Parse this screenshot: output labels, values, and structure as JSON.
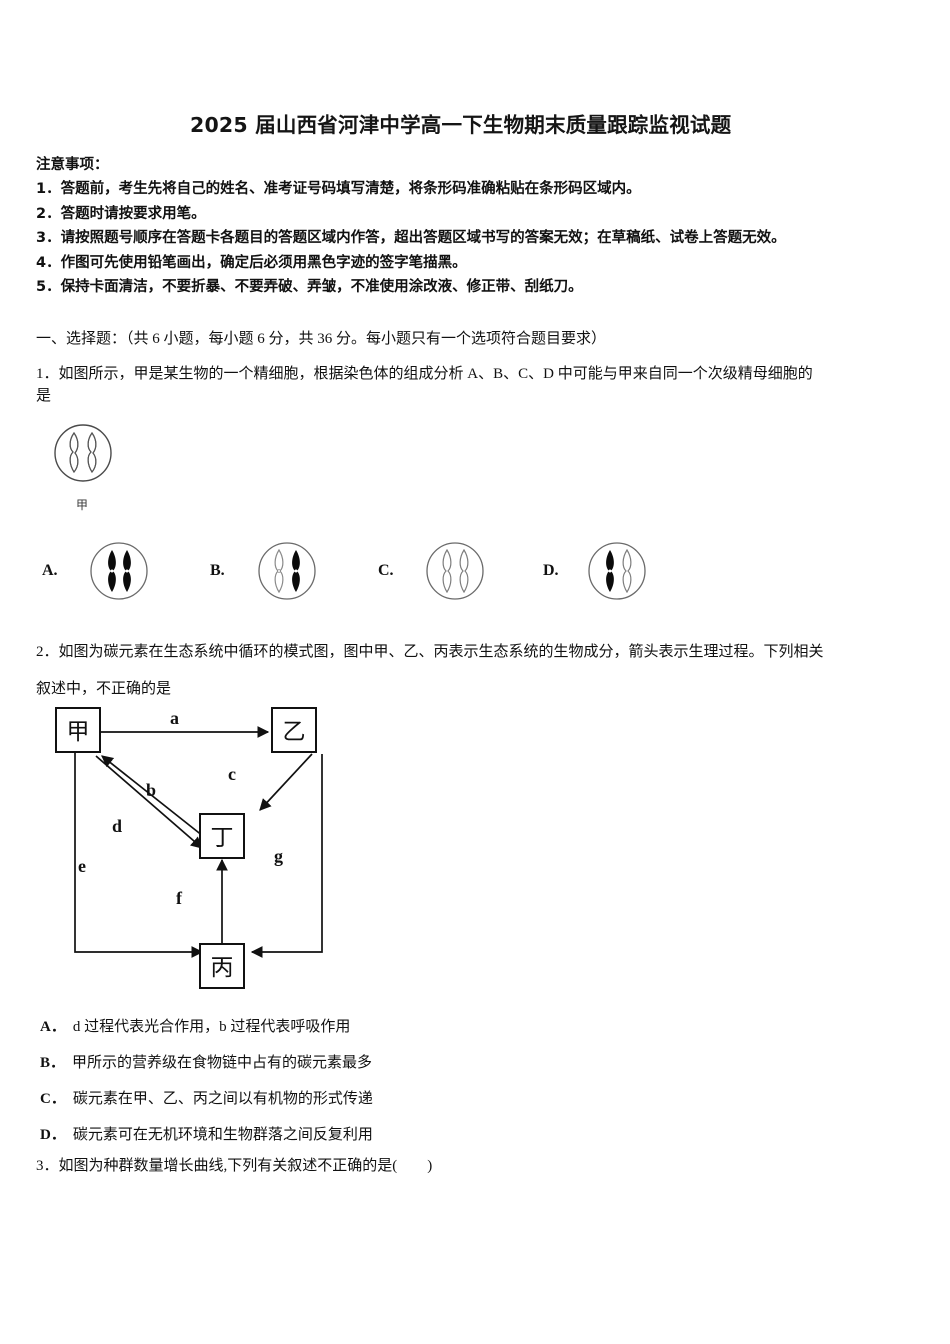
{
  "document": {
    "title": "2025 届山西省河津中学高一下生物期末质量跟踪监视试题"
  },
  "notice": {
    "heading": "注意事项：",
    "lines": [
      "1．答题前，考生先将自己的姓名、准考证号码填写清楚，将条形码准确粘贴在条形码区域内。",
      "2．答题时请按要求用笔。",
      "3．请按照题号顺序在答题卡各题目的答题区域内作答，超出答题区域书写的答案无效；在草稿纸、试卷上答题无效。",
      "4．作图可先使用铅笔画出，确定后必须用黑色字迹的签字笔描黑。",
      "5．保持卡面清洁，不要折暴、不要弄破、弄皱，不准使用涂改液、修正带、刮纸刀。"
    ]
  },
  "section": {
    "heading": "一、选择题：（共 6 小题，每小题 6 分，共 36 分。每小题只有一个选项符合题目要求）"
  },
  "questions": [
    {
      "number": "1．",
      "stem_line1": "如图所示，甲是某生物的一个精细胞，根据染色体的组成分析 A、B、C、D 中可能与甲来自同一个次级精母细胞的",
      "stem_line2": "是",
      "figure": {
        "reference_label": "甲",
        "reference_chromosomes": [
          "hollow",
          "hollow"
        ],
        "options": [
          {
            "letter": "A.",
            "chromosomes": [
              "filled",
              "filled"
            ]
          },
          {
            "letter": "B.",
            "chromosomes": [
              "hollow",
              "filled"
            ]
          },
          {
            "letter": "C.",
            "chromosomes": [
              "hollow",
              "hollow"
            ]
          },
          {
            "letter": "D.",
            "chromosomes": [
              "filled",
              "hollow"
            ]
          }
        ]
      }
    },
    {
      "number": "2．",
      "stem_line1": "如图为碳元素在生态系统中循环的模式图，图中甲、乙、丙表示生态系统的生物成分，箭头表示生理过程。下列相关",
      "stem_line2": "叙述中，不正确的是",
      "diagram": {
        "nodes": [
          {
            "id": "jia",
            "label": "甲"
          },
          {
            "id": "yi",
            "label": "乙"
          },
          {
            "id": "ding",
            "label": "丁"
          },
          {
            "id": "bing",
            "label": "丙"
          }
        ],
        "edges": [
          {
            "label": "a",
            "from": "甲",
            "to": "乙"
          },
          {
            "label": "b",
            "from": "丁",
            "to": "甲"
          },
          {
            "label": "c",
            "from": "乙",
            "to": "丁"
          },
          {
            "label": "d",
            "from": "甲",
            "to": "丁"
          },
          {
            "label": "e",
            "from": "甲",
            "to": "丙"
          },
          {
            "label": "f",
            "from": "丙",
            "to": "丁"
          },
          {
            "label": "g",
            "from": "乙",
            "to": "丙"
          }
        ]
      },
      "options": [
        {
          "letter": "A．",
          "text": "d 过程代表光合作用，b 过程代表呼吸作用"
        },
        {
          "letter": "B．",
          "text": "甲所示的营养级在食物链中占有的碳元素最多"
        },
        {
          "letter": "C．",
          "text": "碳元素在甲、乙、丙之间以有机物的形式传递"
        },
        {
          "letter": "D．",
          "text": "碳元素可在无机环境和生物群落之间反复利用"
        }
      ]
    },
    {
      "number": "3．",
      "stem_line1": "如图为种群数量增长曲线,下列有关叙述不正确的是(　　)"
    }
  ]
}
